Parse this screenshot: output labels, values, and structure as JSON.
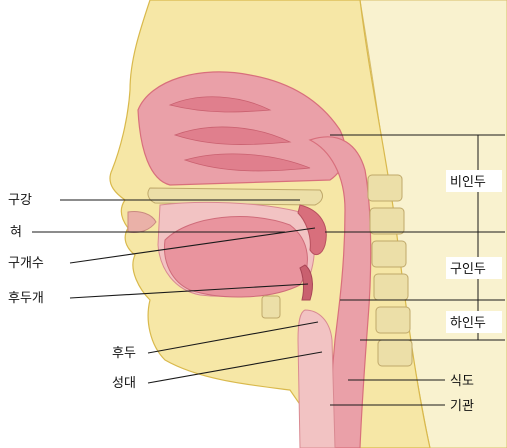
{
  "labels_left": [
    {
      "id": "oral-cavity",
      "text": "구강"
    },
    {
      "id": "tongue",
      "text": "혀"
    },
    {
      "id": "uvula",
      "text": "구개수"
    },
    {
      "id": "epiglottis",
      "text": "후두개"
    },
    {
      "id": "larynx",
      "text": "후두"
    },
    {
      "id": "vocal-cords",
      "text": "성대"
    }
  ],
  "labels_right": [
    {
      "id": "nasopharynx",
      "text": "비인두"
    },
    {
      "id": "oropharynx",
      "text": "구인두"
    },
    {
      "id": "laryngopharynx",
      "text": "하인두"
    },
    {
      "id": "esophagus",
      "text": "식도"
    },
    {
      "id": "trachea",
      "text": "기관"
    }
  ],
  "colors": {
    "skin": "#f6e7a6",
    "skin_edge": "#d9b94c",
    "mucosa": "#eaa0a8",
    "mucosa_dark": "#d86f7c",
    "bone": "#ecdfa8",
    "bone_edge": "#bfa86a",
    "brain": "#ede9d6",
    "outline": "#b88a2e"
  }
}
